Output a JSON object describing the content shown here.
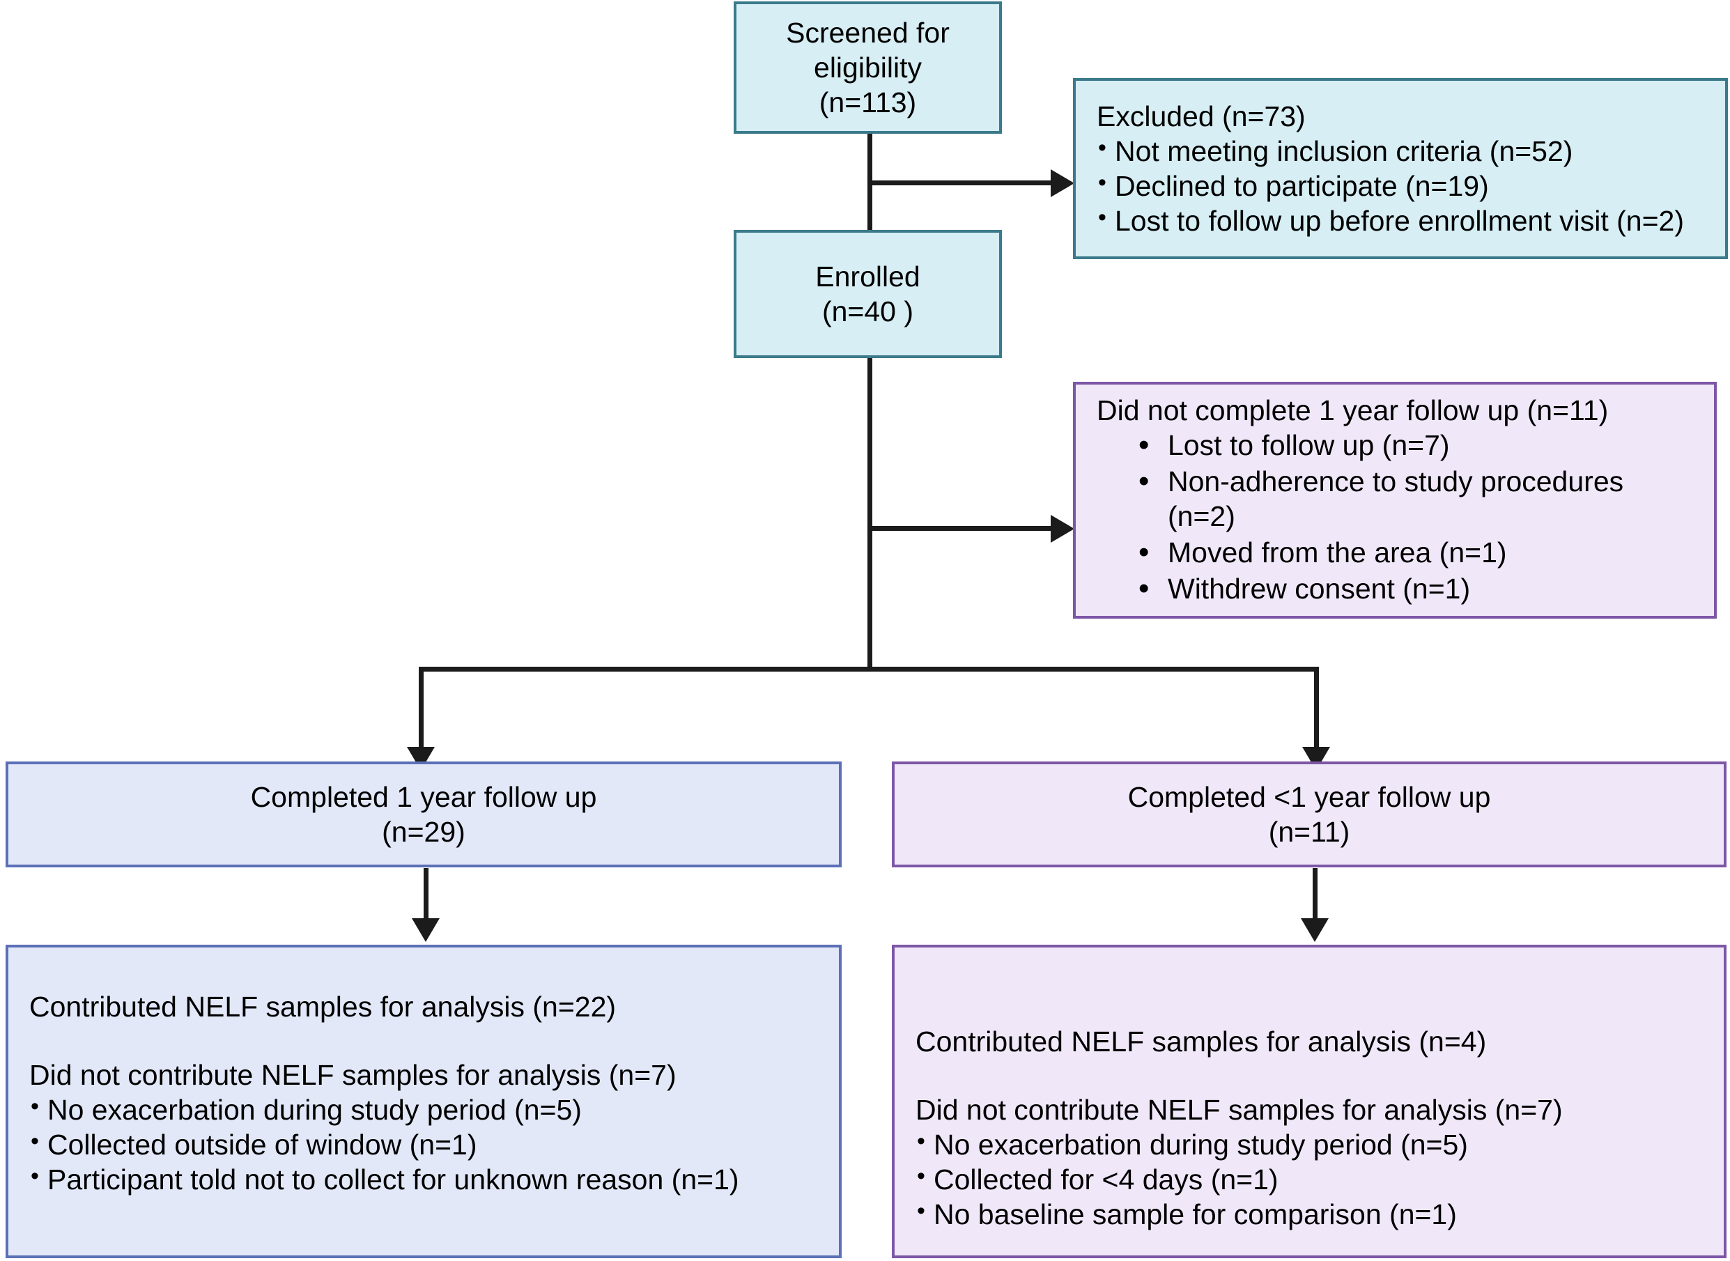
{
  "diagram": {
    "type": "consort-participant-flow",
    "colors": {
      "teal_border": "#3b7a8b",
      "teal_fill": "#d6eef4",
      "purple_border": "#7d57a6",
      "purple_fill": "#f0e8f9",
      "blue_border": "#5b70b7",
      "blue_fill": "#e2e8f8",
      "connector": "#1b1b1b"
    }
  },
  "screened": {
    "line1": "Screened for",
    "line2": "eligibility",
    "line3": "(n=113)"
  },
  "excluded": {
    "heading": "Excluded (n=73)",
    "items": [
      "Not meeting inclusion criteria (n=52)",
      "Declined to participate (n=19)",
      "Lost to follow up before enrollment visit (n=2)"
    ]
  },
  "enrolled": {
    "line1": "Enrolled",
    "line2": "(n=40 )"
  },
  "did_not_complete": {
    "heading": "Did not complete 1 year follow up (n=11)",
    "items": [
      "Lost to follow up (n=7)",
      "Non-adherence to study procedures (n=2)",
      "Moved from the area (n=1)",
      "Withdrew consent (n=1)"
    ]
  },
  "completed_full": {
    "line1": "Completed 1 year follow up",
    "line2": "(n=29)"
  },
  "completed_partial": {
    "line1": "Completed <1 year follow up",
    "line2": "(n=11)"
  },
  "analysis_full": {
    "contributed": "Contributed NELF samples for analysis (n=22)",
    "not_contributed": "Did not contribute NELF samples for analysis (n=7)",
    "items": [
      "No exacerbation during study period (n=5)",
      "Collected outside of window (n=1)",
      "Participant told not to collect for unknown reason (n=1)"
    ]
  },
  "analysis_partial": {
    "contributed": "Contributed NELF samples for analysis (n=4)",
    "not_contributed": "Did not contribute NELF samples for analysis (n=7)",
    "items": [
      "No exacerbation during study period (n=5)",
      "Collected for <4 days (n=1)",
      "No baseline sample for comparison (n=1)"
    ]
  }
}
